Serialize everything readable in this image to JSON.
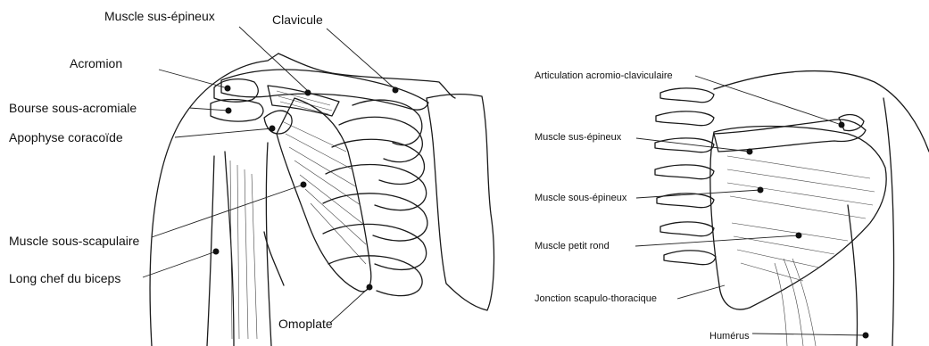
{
  "left_diagram": {
    "labels": {
      "sus_epineux": "Muscle sus-épineux",
      "clavicule": "Clavicule",
      "acromion": "Acromion",
      "bourse": "Bourse sous-acromiale",
      "coracoide": "Apophyse coracoïde",
      "sous_scapulaire": "Muscle sous-scapulaire",
      "biceps": "Long chef du biceps",
      "omoplate": "Omoplate"
    }
  },
  "right_diagram": {
    "labels": {
      "articulation": "Articulation acromio-claviculaire",
      "sus_epineux": "Muscle sus-épineux",
      "sous_epineux": "Muscle sous-épineux",
      "petit_rond": "Muscle petit rond",
      "jonction": "Jonction scapulo-thoracique",
      "humerus": "Humérus"
    }
  }
}
